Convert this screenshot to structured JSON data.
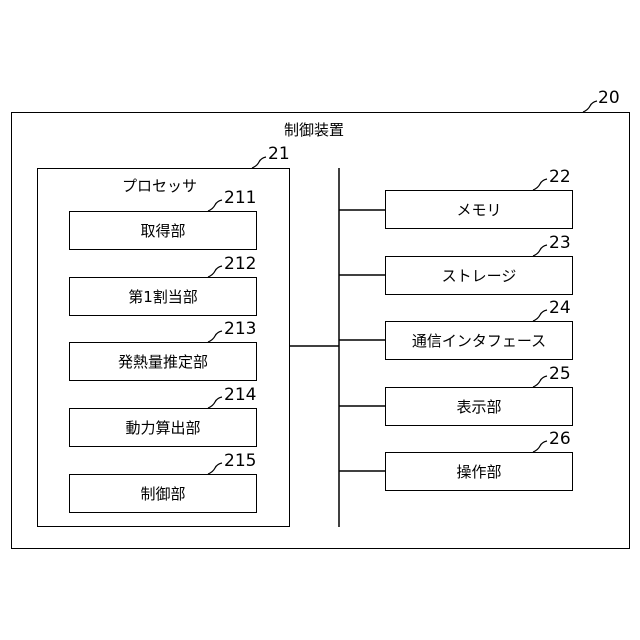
{
  "device": {
    "ref": "20",
    "title": "制御装置"
  },
  "processor": {
    "ref": "21",
    "title": "プロセッサ"
  },
  "processor_units": [
    {
      "ref": "211",
      "label": "取得部"
    },
    {
      "ref": "212",
      "label": "第1割当部"
    },
    {
      "ref": "213",
      "label": "発熱量推定部"
    },
    {
      "ref": "214",
      "label": "動力算出部"
    },
    {
      "ref": "215",
      "label": "制御部"
    }
  ],
  "peripherals": [
    {
      "ref": "22",
      "label": "メモリ"
    },
    {
      "ref": "23",
      "label": "ストレージ"
    },
    {
      "ref": "24",
      "label": "通信インタフェース"
    },
    {
      "ref": "25",
      "label": "表示部"
    },
    {
      "ref": "26",
      "label": "操作部"
    }
  ]
}
